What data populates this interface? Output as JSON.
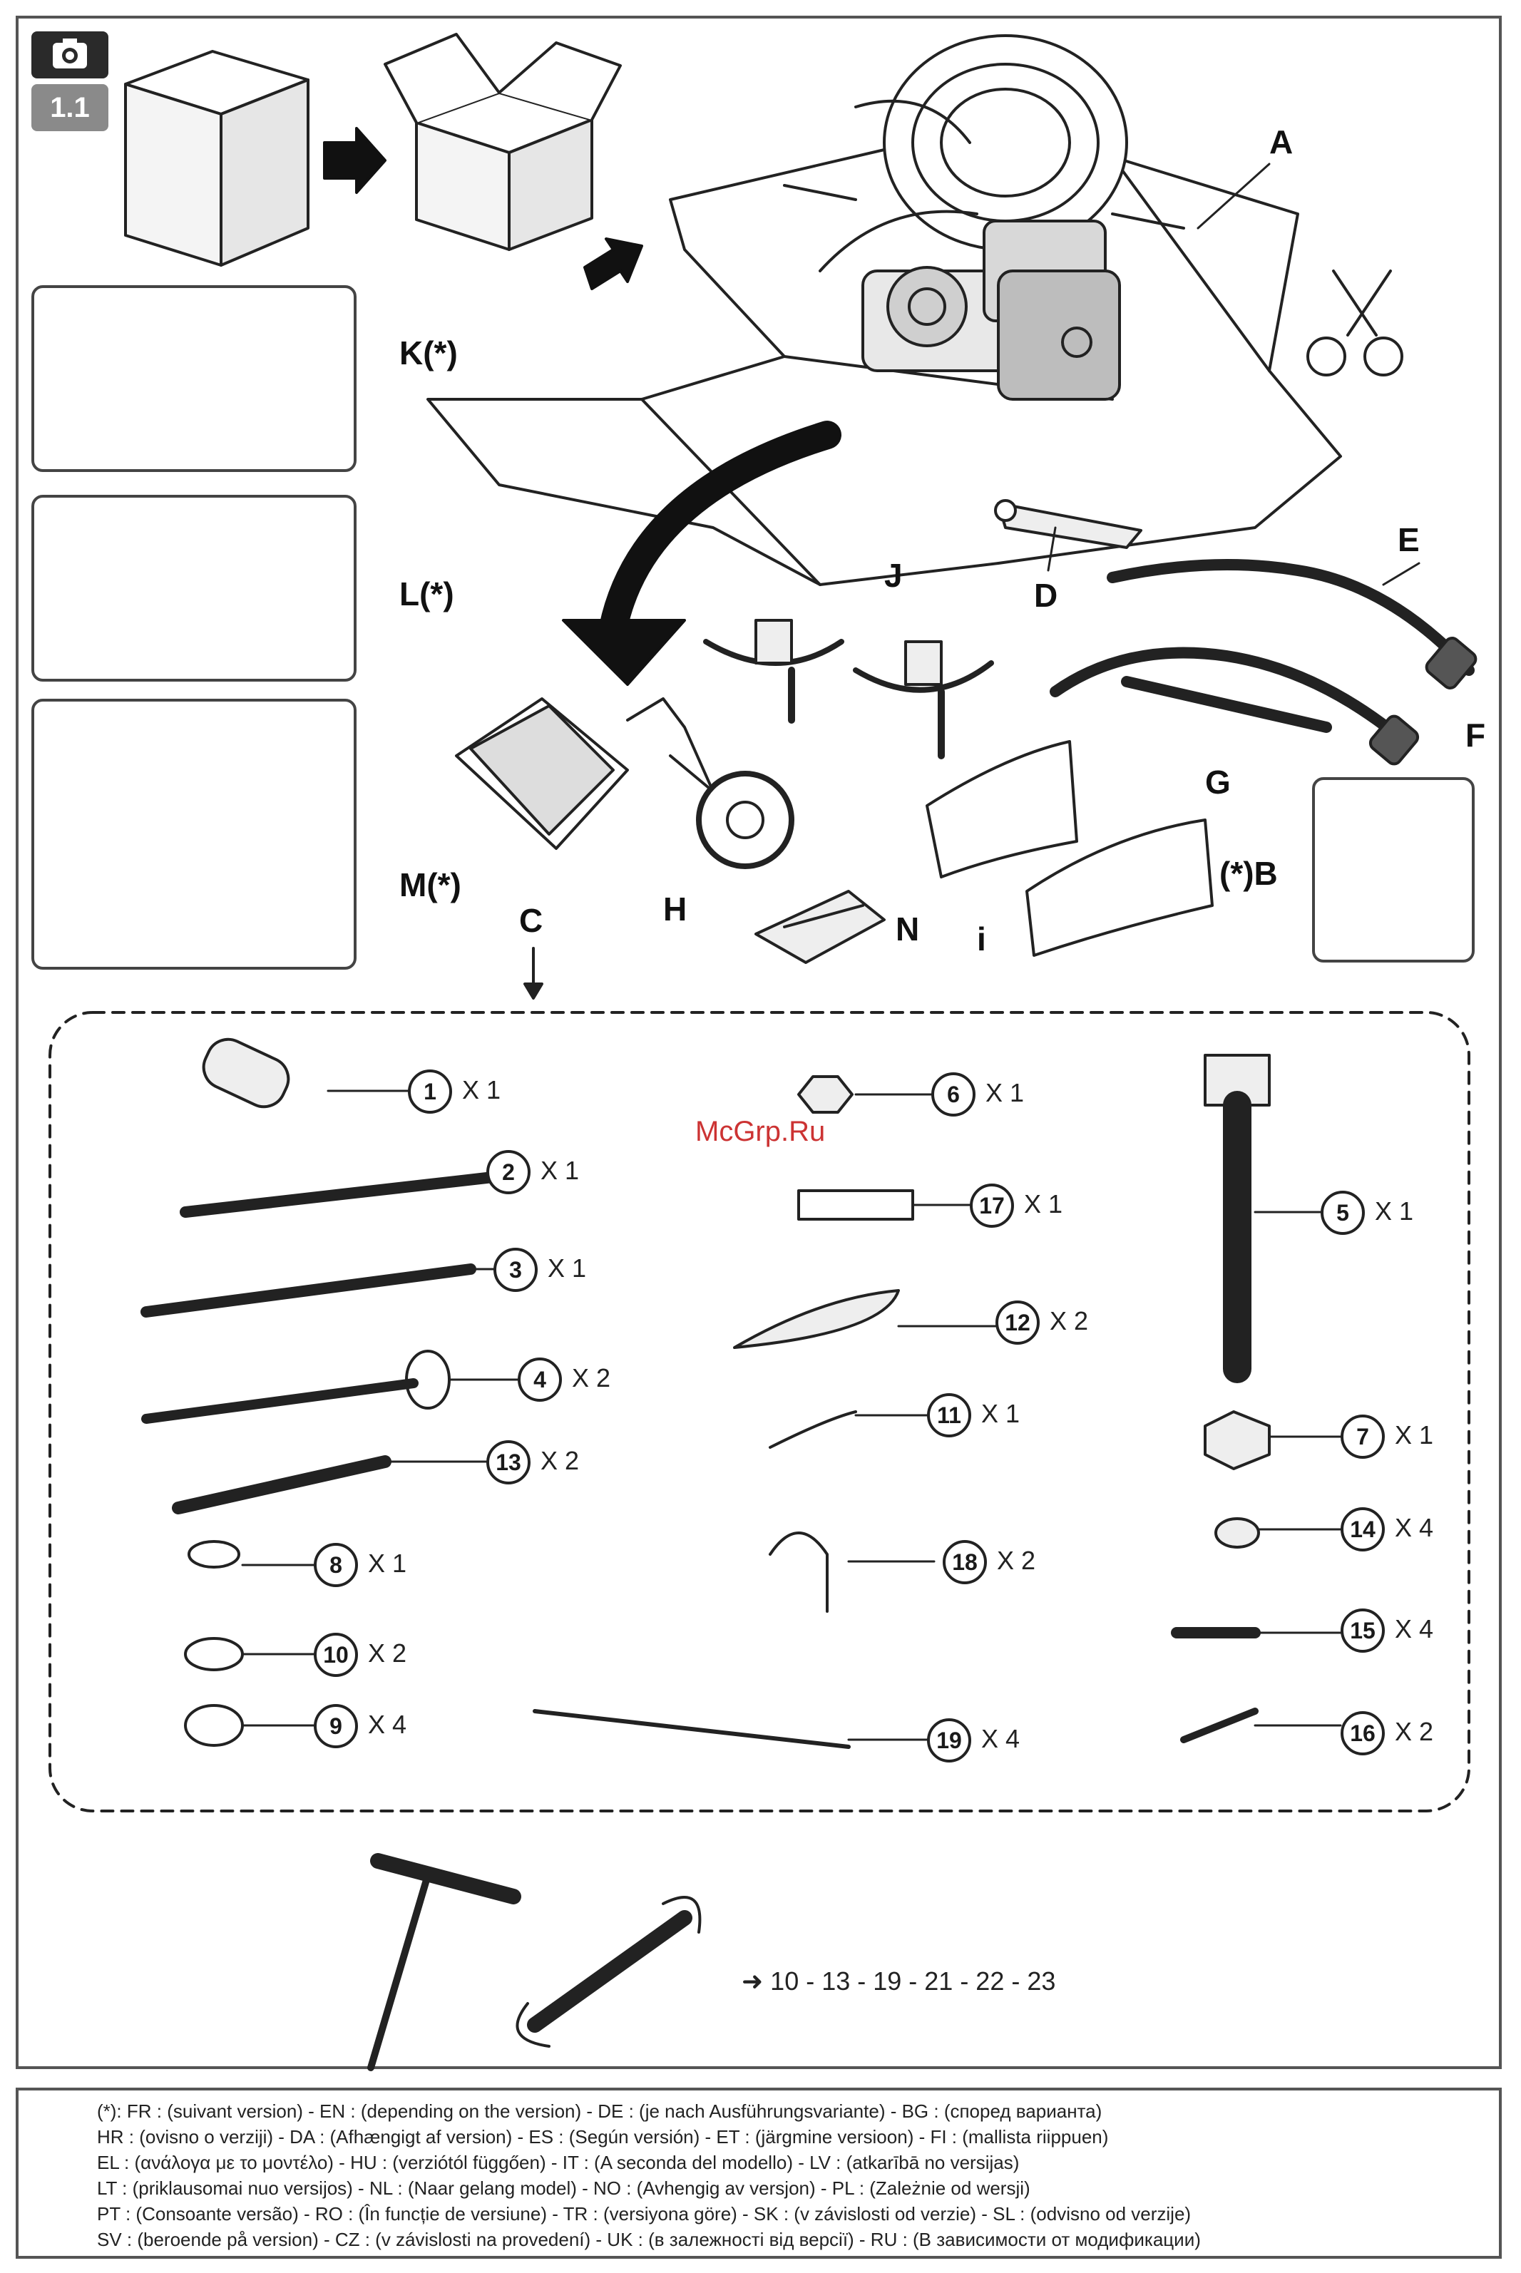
{
  "header": {
    "step_label": "1.1",
    "camera_icon": "camera-icon"
  },
  "parts": {
    "A": "A",
    "E": "E",
    "D": "D",
    "J": "J",
    "F": "F",
    "G": "G",
    "K": "K(*)",
    "L": "L(*)",
    "M": "M(*)",
    "B": "(*)B",
    "C": "C",
    "H": "H",
    "N": "N",
    "I": "i"
  },
  "kit": [
    {
      "num": "1",
      "qty": "X 1"
    },
    {
      "num": "2",
      "qty": "X 1"
    },
    {
      "num": "3",
      "qty": "X 1"
    },
    {
      "num": "4",
      "qty": "X 2"
    },
    {
      "num": "13",
      "qty": "X 2"
    },
    {
      "num": "8",
      "qty": "X 1"
    },
    {
      "num": "10",
      "qty": "X 2"
    },
    {
      "num": "9",
      "qty": "X 4"
    },
    {
      "num": "6",
      "qty": "X 1"
    },
    {
      "num": "17",
      "qty": "X 1"
    },
    {
      "num": "12",
      "qty": "X 2"
    },
    {
      "num": "11",
      "qty": "X 1"
    },
    {
      "num": "18",
      "qty": "X 2"
    },
    {
      "num": "19",
      "qty": "X 4"
    },
    {
      "num": "5",
      "qty": "X 1"
    },
    {
      "num": "7",
      "qty": "X 1"
    },
    {
      "num": "14",
      "qty": "X 4"
    },
    {
      "num": "15",
      "qty": "X 4"
    },
    {
      "num": "16",
      "qty": "X 2"
    }
  ],
  "watermark": "McGrp.Ru",
  "see_pages": "➜ 10 - 13 - 19 - 21 - 22 - 23",
  "footer_lines": [
    "(*): FR : (suivant version) - EN : (depending on the version) - DE : (je nach Ausführungsvariante) - BG : (според варианта)",
    "HR : (ovisno o verziji) - DA : (Afhængigt af version) - ES : (Según versión) - ET : (järgmine versioon) - FI : (mallista riippuen)",
    "EL : (ανάλογα με το μοντέλο) - HU : (verziótól függően) - IT : (A seconda del modello) - LV : (atkarībā no versijas)",
    "LT : (priklausomai nuo versijos) - NL : (Naar gelang model) - NO : (Avhengig av versjon) - PL : (Zależnie od wersji)",
    "PT : (Consoante versão) - RO : (În funcție de versiune) - TR : (versiyona göre) - SK : (v závislosti od verzie) - SL : (odvisno od verzije)",
    "SV : (beroende på version) - CZ : (v závislosti na provedení) - UK : (в залежності від версії) - RU : (В зависимости от модификации)"
  ]
}
